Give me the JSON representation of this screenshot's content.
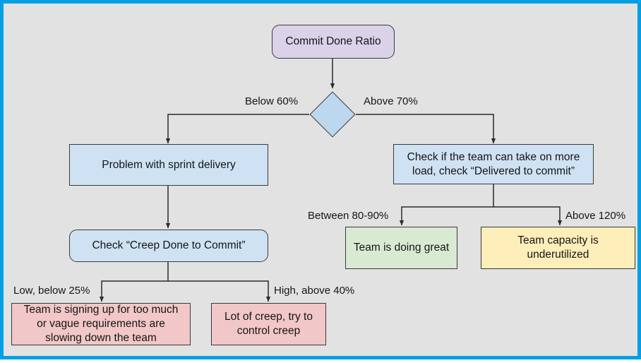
{
  "diagram": {
    "title_node": "Commit Done Ratio",
    "canvas_bg": "#e2e2e2",
    "frame_color": "#00a0e3",
    "nodes": {
      "commit_done_ratio": {
        "label": "Commit Done Ratio",
        "fill": "#d9d2e9",
        "shape": "rounded-rect"
      },
      "decision": {
        "label": "",
        "fill": "#bdd7ee",
        "shape": "diamond"
      },
      "problem_sprint": {
        "label": "Problem with sprint delivery",
        "fill": "#cfe2f3",
        "shape": "rect"
      },
      "check_more_load": {
        "label": "Check if the team can take on more\nload, check “Delivered to commit”",
        "fill": "#cfe2f3",
        "shape": "rect"
      },
      "check_creep": {
        "label": "Check “Creep Done to Commit”",
        "fill": "#cfe2f3",
        "shape": "rounded-rect"
      },
      "team_doing_great": {
        "label": "Team is doing great",
        "fill": "#d9ead3",
        "shape": "rect"
      },
      "team_underutilized": {
        "label": "Team capacity is\nunderutilized",
        "fill": "#fdeeba",
        "shape": "rect"
      },
      "signing_up_too_much": {
        "label": "Team is signing up for too much\nor vague requirements are\nslowing down the team",
        "fill": "#f2c7c7",
        "shape": "rect"
      },
      "lot_of_creep": {
        "label": "Lot of creep, try to\ncontrol creep",
        "fill": "#f2c7c7",
        "shape": "rect"
      }
    },
    "edge_labels": {
      "below_60": "Below 60%",
      "above_70": "Above 70%",
      "between_80_90": "Between 80-90%",
      "above_120": "Above 120%",
      "low_below_25": "Low, below 25%",
      "high_above_40": "High, above 40%"
    }
  }
}
